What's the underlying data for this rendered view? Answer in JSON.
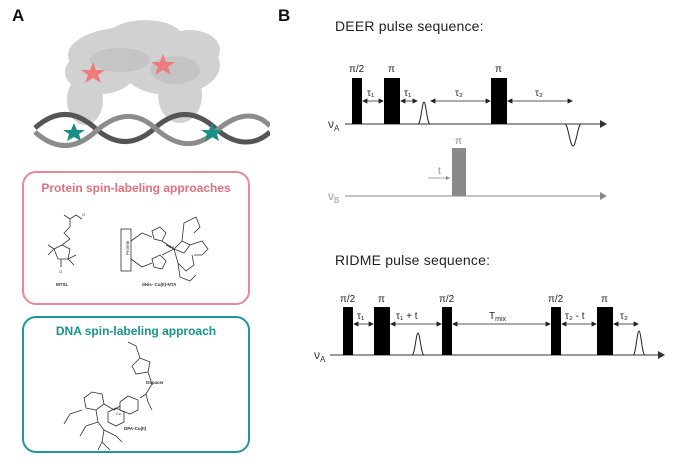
{
  "panel_a": {
    "letter": "A",
    "protein_box": {
      "title": "Protein spin-labeling approaches",
      "label_mtsl": "MTSL",
      "label_dhis": "dHis- Cu(II)-NTA",
      "label_protein": "Protein",
      "border_color": "#e8899a"
    },
    "dna_box": {
      "title": "DNA spin-labeling approach",
      "label_dpa": "DPA-Cu(II)",
      "label_dspacer": "Dspacer",
      "border_color": "#1f9a93"
    }
  },
  "panel_b": {
    "letter": "B",
    "deer": {
      "title": "DEER pulse sequence:",
      "pulse_pi2": "π/2",
      "pulse_pi": "π",
      "tau1": "τ₁",
      "tau2": "τ₂",
      "nu_a": "νA",
      "nu_b": "νB",
      "t": "t"
    },
    "ridme": {
      "title": "RIDME pulse sequence:",
      "pulse_pi2": "π/2",
      "pulse_pi": "π",
      "tau1": "τ₁",
      "tau1_plus_t": "τ₁ + t",
      "tmix": "Tmix",
      "tau2_minus_t": "τ₂ - t",
      "tau2": "τ₂",
      "nu_a": "νA"
    }
  }
}
